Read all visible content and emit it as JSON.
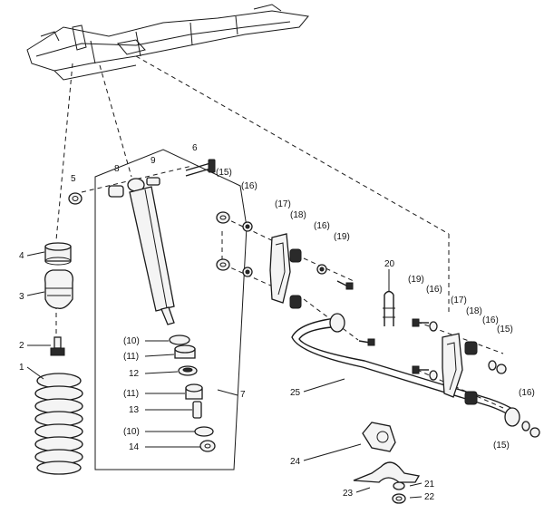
{
  "labels": {
    "n1": "1",
    "n2": "2",
    "n3": "3",
    "n4": "4",
    "n5": "5",
    "n6": "6",
    "n7": "7",
    "n8": "8",
    "n9": "9",
    "n12": "12",
    "n13": "13",
    "n14": "14",
    "n20": "20",
    "n21": "21",
    "n22": "22",
    "n23": "23",
    "n24": "24",
    "n25": "25",
    "p10a": "(10)",
    "p10b": "(10)",
    "p11a": "(11)",
    "p11b": "(11)",
    "p15a": "(15)",
    "p15b": "(15)",
    "p15c": "(15)",
    "p16a": "(16)",
    "p16b": "(16)",
    "p16c": "(16)",
    "p16d": "(16)",
    "p16e": "(16)",
    "p17a": "(17)",
    "p17b": "(17)",
    "p18a": "(18)",
    "p18b": "(18)",
    "p19a": "(19)",
    "p19b": "(19)"
  },
  "colors": {
    "ink": "#1a1a1a",
    "paper": "#ffffff"
  }
}
